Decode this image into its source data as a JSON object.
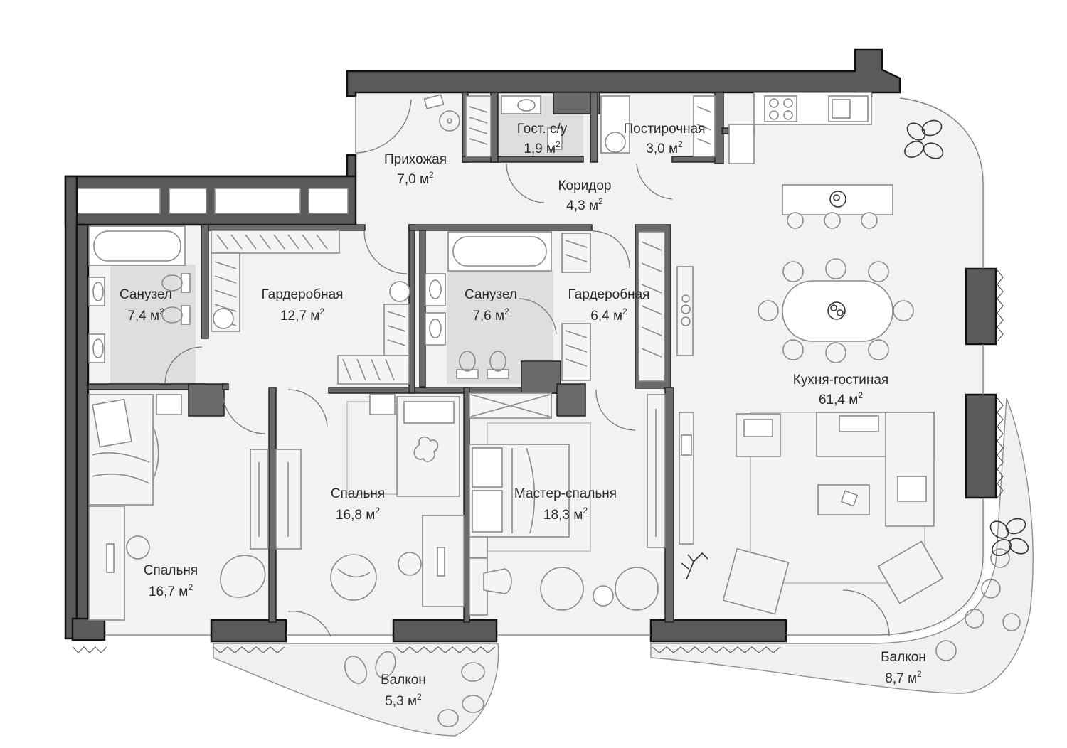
{
  "rooms": [
    {
      "id": "hall",
      "name": "Прихожая",
      "area": "7,0 м"
    },
    {
      "id": "guest-wc",
      "name": "Гост. с/у",
      "area": "1,9 м"
    },
    {
      "id": "laundry",
      "name": "Постирочная",
      "area": "3,0 м"
    },
    {
      "id": "corridor",
      "name": "Коридор",
      "area": "4,3 м"
    },
    {
      "id": "bath1",
      "name": "Санузел",
      "area": "7,4 м"
    },
    {
      "id": "wardrobe1",
      "name": "Гардеробная",
      "area": "12,7 м"
    },
    {
      "id": "bath2",
      "name": "Санузел",
      "area": "7,6 м"
    },
    {
      "id": "wardrobe2",
      "name": "Гардеробная",
      "area": "6,4 м"
    },
    {
      "id": "kitchen",
      "name": "Кухня-гостиная",
      "area": "61,4 м"
    },
    {
      "id": "bedroom1",
      "name": "Спальня",
      "area": "16,7 м"
    },
    {
      "id": "bedroom2",
      "name": "Спальня",
      "area": "16,8 м"
    },
    {
      "id": "master",
      "name": "Мастер-спальня",
      "area": "18,3 м"
    },
    {
      "id": "balcony1",
      "name": "Балкон",
      "area": "5,3 м"
    },
    {
      "id": "balcony2",
      "name": "Балкон",
      "area": "8,7 м"
    }
  ],
  "unit_superscript": "2",
  "colors": {
    "wall": "#5a5a5a",
    "floor": "#f2f2f2",
    "tile": "#dedede",
    "furniture_stroke": "#8a8a8a",
    "label": "#2a2a2a"
  },
  "icons": [
    "plant-icon",
    "fruit-bowl-icon",
    "bed-icon",
    "bathtub-icon",
    "toilet-icon",
    "sink-icon",
    "chair-icon",
    "sofa-icon"
  ]
}
